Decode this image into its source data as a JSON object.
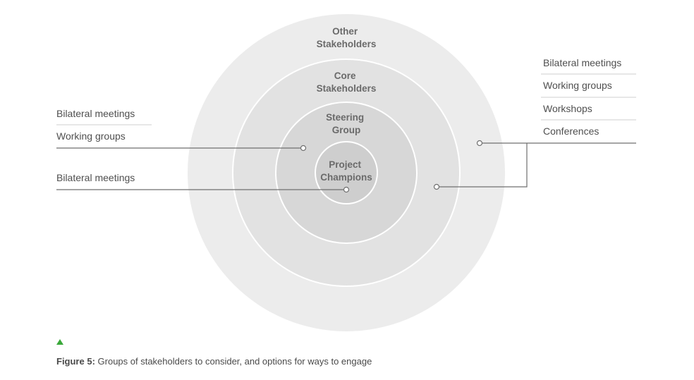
{
  "rings": {
    "other": [
      "Other",
      "Stakeholders"
    ],
    "core": [
      "Core",
      "Stakeholders"
    ],
    "steering": [
      "Steering",
      "Group"
    ],
    "champions": [
      "Project",
      "Champions"
    ]
  },
  "left_upper": {
    "items": [
      "Bilateral meetings",
      "Working groups"
    ]
  },
  "left_lower": {
    "items": [
      "Bilateral meetings"
    ]
  },
  "right": {
    "items": [
      "Bilateral meetings",
      "Working groups",
      "Workshops",
      "Conferences"
    ]
  },
  "caption": {
    "label": "Figure 5:",
    "text": " Groups of stakeholders to consider, and options for ways to engage"
  },
  "colors": {
    "ring_outer": "#ececec",
    "ring_core": "#e2e2e2",
    "ring_steering": "#d7d7d7",
    "ring_center": "#cecece",
    "accent": "#3aa83a"
  }
}
